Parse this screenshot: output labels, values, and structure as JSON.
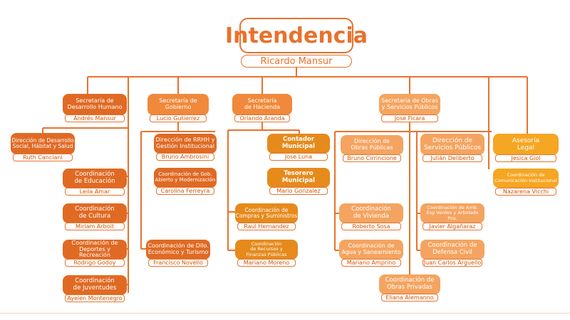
{
  "head": {
    "title": "Intendencia",
    "name": "Ricardo Mansur"
  },
  "sec_des": {
    "title": "Secretaría de\nDesarrollo Humano",
    "name": "Andrés Mansur"
  },
  "sec_gob": {
    "title": "Secretaría de\nGobierno",
    "name": "Lucio Gutierrez"
  },
  "sec_hac": {
    "title": "Secretaría\nde Hacienda",
    "name": "Orlando Aranda"
  },
  "sec_obr": {
    "title": "Secretaría de Obras\ny Servicios Públicos",
    "name": "Jose Ficara"
  },
  "dir_dsh": {
    "title": "Dirección de Desarrollo\nSocial, Hábitat y Salud",
    "name": "Ruth Canciani"
  },
  "coo_edu": {
    "title": "Coordinación\nde Educación",
    "name": "Leila Amar"
  },
  "coo_cul": {
    "title": "Coordinación\nde Cultura",
    "name": "Miriam Arboit"
  },
  "coo_dep": {
    "title": "Coordinación de\nDeportes y Recreación",
    "name": "Rodrigo Godoy"
  },
  "coo_juv": {
    "title": "Coordinación\nde Juventudes",
    "name": "Ayelen Montenegro"
  },
  "dir_rrhh": {
    "title": "Dirección de RRHH y\nGestión Institucional",
    "name": "Bruno Ambrosini"
  },
  "coo_gob": {
    "title": "Coordinación de Gob.\nAbierto y Modernización",
    "name": "Carolina Ferreyra"
  },
  "coo_dllo": {
    "title": "Coordinación de Dllo.\nEconómico y Turismo",
    "name": "Francisco Novello"
  },
  "contador": {
    "title": "Contador\nMunicipal",
    "name": "Jose Luna"
  },
  "tesorero": {
    "title": "Tesorero\nMunicipal",
    "name": "Mario Gonzalez"
  },
  "coo_comp": {
    "title": "Coordinación de\nCompras y Suministros",
    "name": "Raul Hernandez"
  },
  "coo_rec": {
    "title": "Coordinación\nde Recursos y\nFinanzas Públicas",
    "name": "Mariano Moreno"
  },
  "dir_obp": {
    "title": "Dirección de\nObras Públicas",
    "name": "Bruno Cirrincione"
  },
  "coo_viv": {
    "title": "Coordinación\nde Vivienda",
    "name": "Roberto Sosa"
  },
  "coo_agua": {
    "title": "Coordinación de\nAgua y Saneamiento",
    "name": "Mariano Amprino"
  },
  "coo_opriv": {
    "title": "Coordinación de\nObras  Privadas",
    "name": "Eliana Alemanno"
  },
  "dir_serv": {
    "title": "Dirección de\nServicios Públicos",
    "name": "Julián Deliberto"
  },
  "coo_amb": {
    "title": "Coordinación de Amb.\nEsp Verdes y Arbolado\nPco.",
    "name": "Javier Algañaraz"
  },
  "coo_def": {
    "title": "Coordinación de\nDefensa Civil",
    "name": "Juan Carlos Arguello"
  },
  "ases": {
    "title": "Asesoría\nLegal",
    "name": "Jesica Giol"
  },
  "coo_com": {
    "title": "Coordinación de\nComunicación Institucional",
    "name": "Nazarena Vicchi"
  },
  "colors": {
    "line": "#e8722c",
    "dark": "#e06a24",
    "mid": "#f0893b",
    "light": "#f4a460",
    "gold": "#f5a623"
  }
}
